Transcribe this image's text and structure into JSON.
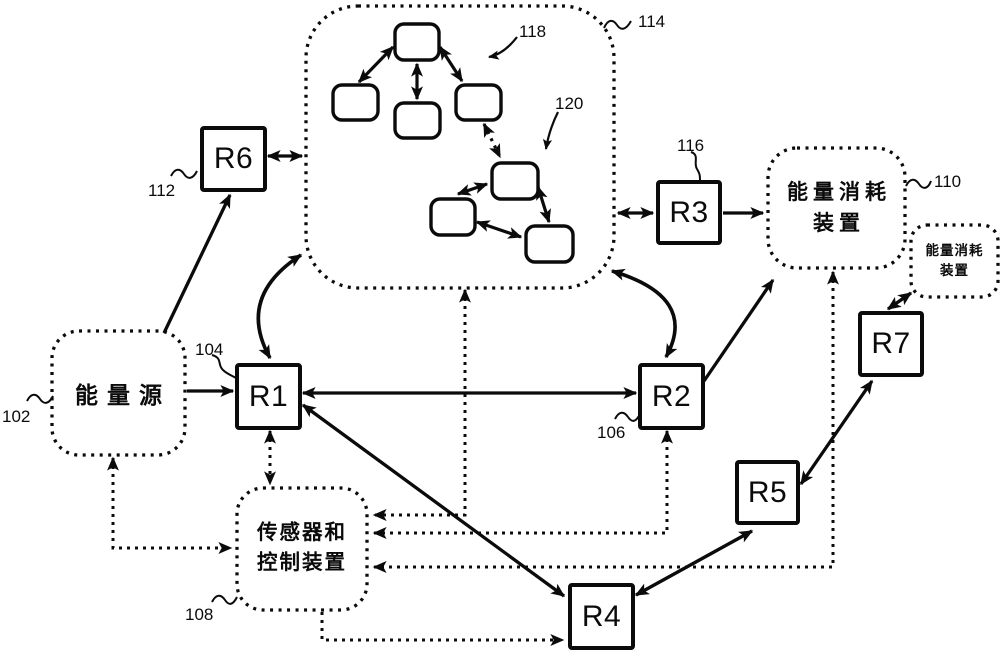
{
  "figure": {
    "nodes": {
      "energy_source": {
        "label": "能量源",
        "ref": "102"
      },
      "r1": {
        "label": "R1",
        "ref": "104"
      },
      "r2": {
        "label": "R2",
        "ref": "106"
      },
      "r3": {
        "label": "R3",
        "ref": "116"
      },
      "r4": {
        "label": "R4"
      },
      "r5": {
        "label": "R5"
      },
      "r6": {
        "label": "R6",
        "ref": "112"
      },
      "r7": {
        "label": "R7"
      },
      "network": {
        "ref": "114"
      },
      "cluster_top": {
        "ref": "118"
      },
      "cluster_bottom": {
        "ref": "120"
      },
      "energy_consumer_main": {
        "line1": "能量消耗",
        "line2": "装置",
        "ref": "110"
      },
      "energy_consumer_small": {
        "line1": "能量消耗",
        "line2": "装置"
      },
      "sensor_control": {
        "line1": "传感器和",
        "line2": "控制装置",
        "ref": "108"
      }
    },
    "edges": {
      "solid_power": [
        {
          "from": "能量源",
          "to": "R1",
          "dir": "→"
        },
        {
          "from": "能量源",
          "to": "R6",
          "dir": "→"
        },
        {
          "from": "R6",
          "to": "网络 114",
          "dir": "↔"
        },
        {
          "from": "网络 114",
          "to": "R1",
          "dir": "↔"
        },
        {
          "from": "网络 114",
          "to": "R2",
          "dir": "↔"
        },
        {
          "from": "网络 114",
          "to": "R3",
          "dir": "↔"
        },
        {
          "from": "R3",
          "to": "能量消耗装置 110",
          "dir": "→"
        },
        {
          "from": "R1",
          "to": "R2",
          "dir": "↔"
        },
        {
          "from": "R2",
          "to": "能量消耗装置 110",
          "dir": "→"
        },
        {
          "from": "R1",
          "to": "R4",
          "dir": "↔"
        },
        {
          "from": "R4",
          "to": "R5",
          "dir": "↔"
        },
        {
          "from": "R5",
          "to": "R7",
          "dir": "↔"
        },
        {
          "from": "R7",
          "to": "能量消耗装置 (小)",
          "dir": "↔"
        }
      ],
      "dashed_control": [
        {
          "from": "传感器和控制装置",
          "to": "能量源",
          "dir": "↔"
        },
        {
          "from": "传感器和控制装置",
          "to": "R1",
          "dir": "↔"
        },
        {
          "from": "传感器和控制装置",
          "to": "网络 114",
          "dir": "↔"
        },
        {
          "from": "传感器和控制装置",
          "to": "R2",
          "dir": "↔"
        },
        {
          "from": "传感器和控制装置",
          "to": "能量消耗装置 110",
          "dir": "↔"
        },
        {
          "from": "传感器和控制装置",
          "to": "R4",
          "dir": "→"
        },
        {
          "from": "簇 118",
          "to": "簇 120",
          "dir": "↔"
        }
      ]
    }
  }
}
